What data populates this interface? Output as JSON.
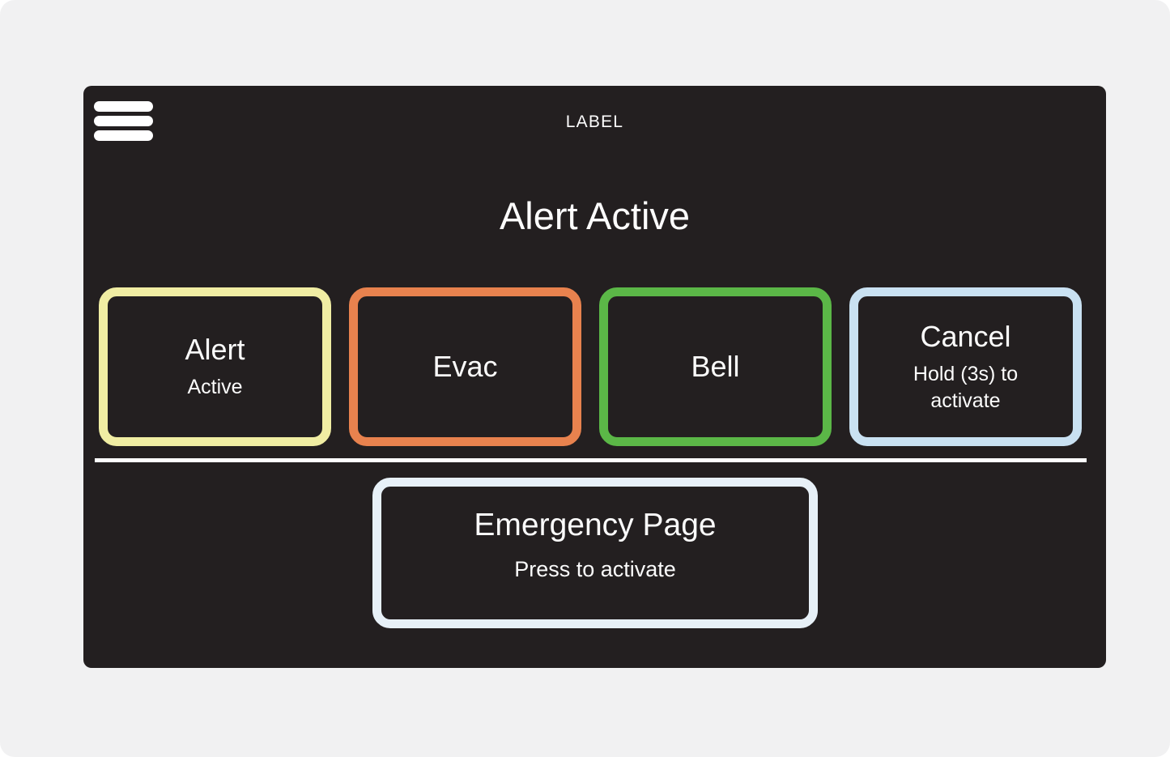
{
  "theme": {
    "device_bg": "#f1f1f2",
    "panel_bg": "#231f20",
    "text_color": "#fbfbfb",
    "divider_color": "#fdfdfd"
  },
  "header": {
    "menu_icon": "hamburger-icon",
    "label": "LABEL"
  },
  "status": {
    "heading": "Alert Active"
  },
  "buttons": [
    {
      "id": "alert",
      "title": "Alert",
      "subtitle": "Active",
      "border_color": "#f0eda3"
    },
    {
      "id": "evac",
      "title": "Evac",
      "subtitle": "",
      "border_color": "#e8824e"
    },
    {
      "id": "bell",
      "title": "Bell",
      "subtitle": "",
      "border_color": "#5bb747"
    },
    {
      "id": "cancel",
      "title": "Cancel",
      "subtitle": "Hold (3s) to activate",
      "border_color": "#c9e1f2"
    }
  ],
  "emergency_button": {
    "title": "Emergency Page",
    "subtitle": "Press to activate",
    "border_color": "#e7f0f7"
  }
}
